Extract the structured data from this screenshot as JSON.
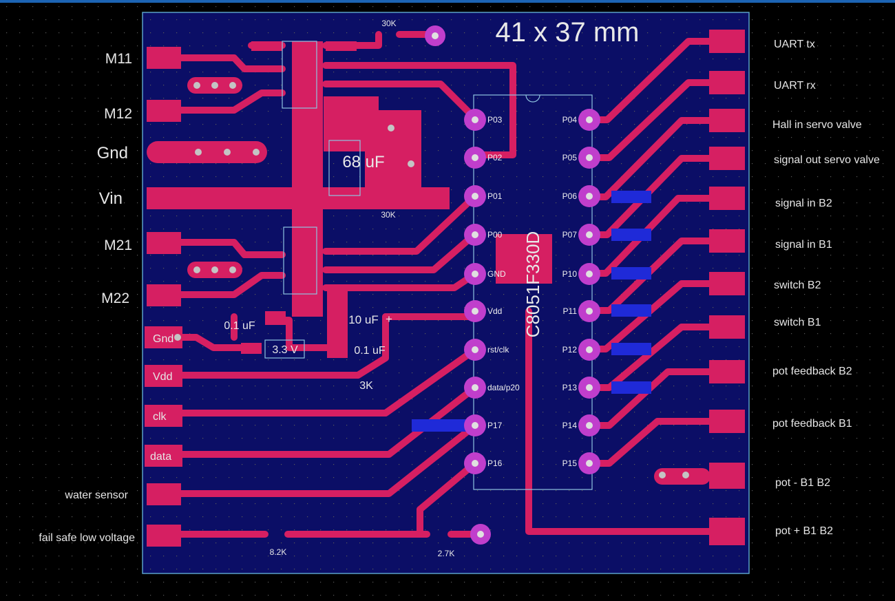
{
  "board": {
    "size_label": "41 x 37 mm",
    "chip_label": "C8051F330D",
    "colors": {
      "background": "#000000",
      "board_fill": "#0b0e66",
      "outline": "#5aa0c8",
      "trace": "#d61f62",
      "pad_ring": "#c03ecc",
      "highlight": "#1f2ad8",
      "silk": "#e8e8e8"
    }
  },
  "left_labels": [
    "M11",
    "M12",
    "Gnd",
    "Vin",
    "M21",
    "M22",
    "water sensor",
    "fail safe low voltage"
  ],
  "left_pad_labels": [
    "Gnd",
    "Vdd",
    "clk",
    "data"
  ],
  "right_labels": [
    "UART tx",
    "UART rx",
    "Hall in servo valve",
    "signal out servo valve",
    "signal in B2",
    "signal in B1",
    "switch B2",
    "switch B1",
    "pot feedback B2",
    "pot feedback B1",
    "pot - B1 B2",
    "pot + B1 B2"
  ],
  "chip_pins_left": [
    "P03",
    "P02",
    "P01",
    "P00",
    "GND",
    "Vdd",
    "rst/clk",
    "data/p20",
    "P17",
    "P16"
  ],
  "chip_pins_right": [
    "P04",
    "P05",
    "P06",
    "P07",
    "P10",
    "P11",
    "P12",
    "P13",
    "P14",
    "P15"
  ],
  "components": {
    "r_top": "30K",
    "cap_big": "68 uF",
    "r_mid": "30K",
    "cap_10uf": "10 uF",
    "cap_plus": "+",
    "cap_01_left": "0.1 uF",
    "cap_01_right": "0.1 uF",
    "regulator": "3.3 V",
    "r_3k": "3K",
    "r_82k": "8.2K",
    "r_27k": "2.7K"
  }
}
